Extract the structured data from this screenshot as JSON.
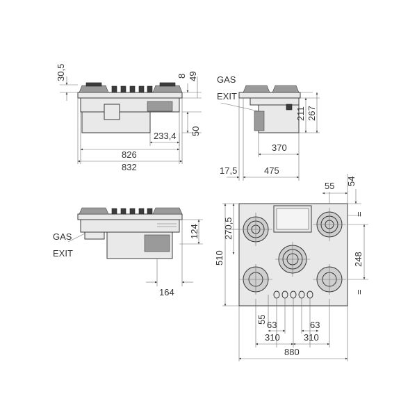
{
  "drawing": {
    "gas_exit_label": [
      "GAS",
      "EXIT"
    ],
    "front_view": {
      "dim_top_left": "30,5",
      "dim_top_right_1": "8",
      "dim_top_right_2": "49",
      "dim_side": "50",
      "dim_offset": "233,4",
      "dim_width_inner": "826",
      "dim_width_outer": "832"
    },
    "side_view": {
      "dim_h1": "211",
      "dim_h2": "267",
      "dim_depth_inner": "370",
      "dim_left_offset": "17,5",
      "dim_depth": "475"
    },
    "rear_view": {
      "dim_h": "124",
      "dim_w": "164"
    },
    "top_view": {
      "dim_a": "55",
      "dim_b": "54",
      "dim_c": "270,5",
      "dim_d": "510",
      "dim_e": "248",
      "dim_eq1": "=",
      "dim_eq2": "=",
      "dim_f": "55",
      "dim_g1": "63",
      "dim_g2": "63",
      "dim_h1": "310",
      "dim_h2": "310",
      "dim_total": "880"
    }
  }
}
